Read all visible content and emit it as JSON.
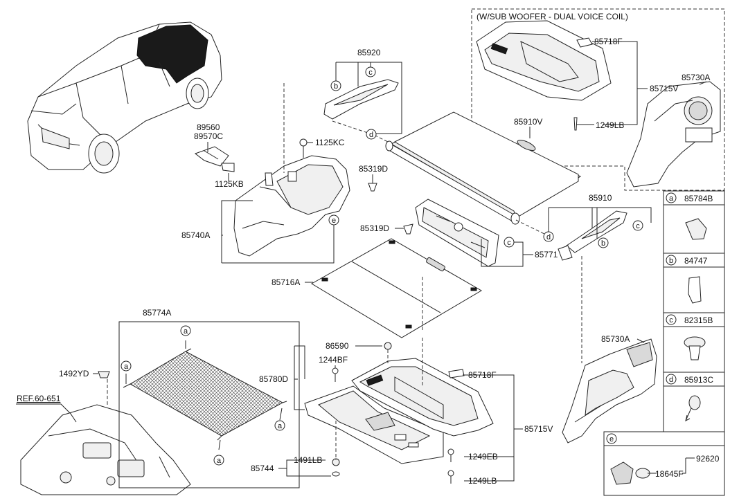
{
  "sub_woofer_note": "(W/SUB WOOFER - DUAL VOICE COIL)",
  "ref_label": "REF.60-651",
  "parts": {
    "p85920": "85920",
    "p89560": "89560",
    "p89570C": "89570C",
    "p1125KC": "1125KC",
    "p1125KB": "1125KB",
    "p85319D_a": "85319D",
    "p85740A": "85740A",
    "p85910V": "85910V",
    "p85718F_top": "85718F",
    "p85715V_top": "85715V",
    "p1249LB_top": "1249LB",
    "p85730A_top": "85730A",
    "p85910": "85910",
    "p85319D_b": "85319D",
    "p85771": "85771",
    "p85716A": "85716A",
    "p85774A": "85774A",
    "p1492YD": "1492YD",
    "p86590": "86590",
    "p1244BF": "1244BF",
    "p85780D": "85780D",
    "p85718F_bot": "85718F",
    "p85715V_bot": "85715V",
    "p85730A_bot": "85730A",
    "p1249EB": "1249EB",
    "p1249LB_bot": "1249LB",
    "p85744": "85744",
    "p1491LB": "1491LB"
  },
  "callout_letters": {
    "a": "a",
    "b": "b",
    "c": "c",
    "d": "d",
    "e": "e"
  },
  "legend": [
    {
      "letter": "a",
      "part": "85784B"
    },
    {
      "letter": "b",
      "part": "84747"
    },
    {
      "letter": "c",
      "part": "82315B"
    },
    {
      "letter": "d",
      "part": "85913C"
    }
  ],
  "legend_e": {
    "letter": "e",
    "part_a": "18645F",
    "part_b": "92620"
  }
}
